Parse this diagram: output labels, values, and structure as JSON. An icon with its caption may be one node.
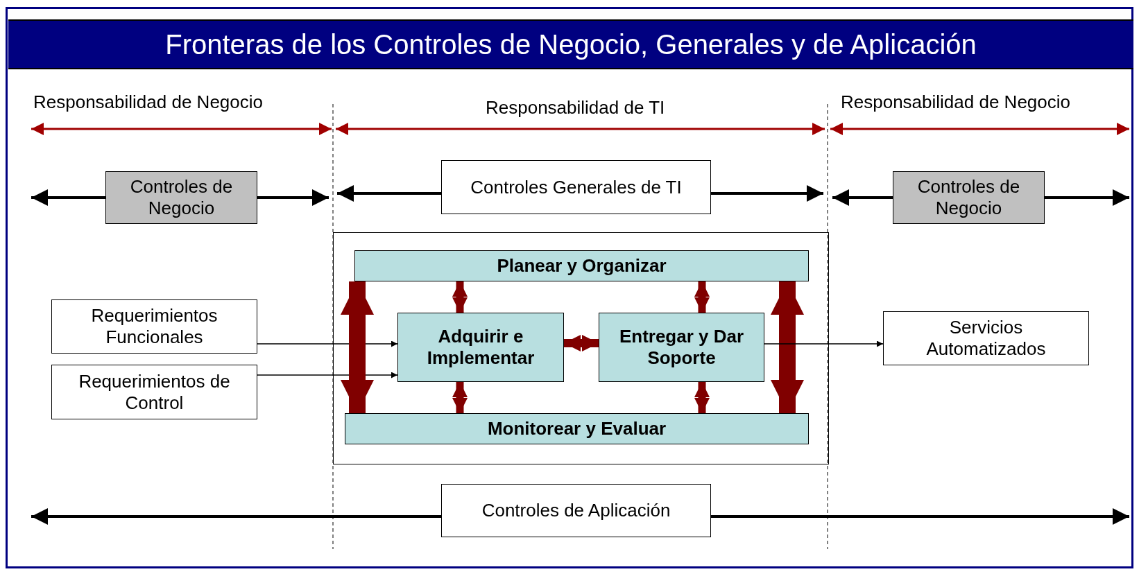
{
  "diagram": {
    "title": "Fronteras de los Controles de Negocio, Generales y de Aplicación",
    "nodes": [
      {
        "text": [
          "Controles de Negocio"
        ]
      },
      {
        "text": [
          "Controles Generales de TI"
        ]
      },
      {
        "text": [
          "Controles de Negocio"
        ]
      },
      {
        "text": [],
        "shape": "box"
      },
      {
        "text": [
          "Planear y Organizar"
        ],
        "in": 3
      },
      {
        "text": [
          "Adquirir e Implementar"
        ],
        "in": 3
      },
      {
        "text": [
          "Entregar y Dar Soporte"
        ],
        "in": 3
      },
      {
        "text": [
          "Monitorear y Evaluar"
        ],
        "in": 3
      },
      {
        "text": [
          "Requerimientos Funcionales"
        ]
      },
      {
        "text": [
          "Requerimientos de Control"
        ]
      },
      {
        "text": [
          "Servicios Automatizados"
        ]
      },
      {
        "text": [
          "Controles de Aplicación"
        ]
      }
    ],
    "edges": [
      {
        "from": 0,
        "to": null,
        "arrow": "to"
      },
      {
        "from": 0,
        "to": null,
        "arrow": "to"
      },
      {
        "from": 1,
        "to": null,
        "arrow": "to"
      },
      {
        "from": 1,
        "to": null,
        "arrow": "to"
      },
      {
        "from": 2,
        "to": null,
        "arrow": "to"
      },
      {
        "from": 2,
        "to": null,
        "arrow": "to"
      },
      {
        "from": 8,
        "to": 5,
        "arrow": "to"
      },
      {
        "from": 9,
        "to": 5,
        "arrow": "to"
      },
      {
        "from": 5,
        "to": 6,
        "arrow": "both",
        "style": "thick",
        "color": "#800000"
      },
      {
        "from": 4,
        "to": 5,
        "arrow": "both",
        "style": "thick",
        "color": "#800000"
      },
      {
        "from": 4,
        "to": 6,
        "arrow": "both",
        "style": "thick",
        "color": "#800000"
      },
      {
        "from": 5,
        "to": 7,
        "arrow": "both",
        "style": "thick",
        "color": "#800000"
      },
      {
        "from": 6,
        "to": 7,
        "arrow": "both",
        "style": "thick",
        "color": "#800000"
      },
      {
        "from": 4,
        "to": 7,
        "arrow": "both",
        "style": "thick",
        "color": "#800000"
      },
      {
        "from": 4,
        "to": 7,
        "arrow": "both",
        "style": "thick",
        "color": "#800000"
      },
      {
        "from": 6,
        "to": 10,
        "arrow": "to"
      },
      {
        "from": 11,
        "to": null,
        "arrow": "to"
      },
      {
        "from": 11,
        "to": null,
        "arrow": "to"
      }
    ],
    "labels": [
      "Responsabilidad de Negocio",
      "Responsabilidad de TI",
      "Responsabilidad de Negocio"
    ]
  }
}
